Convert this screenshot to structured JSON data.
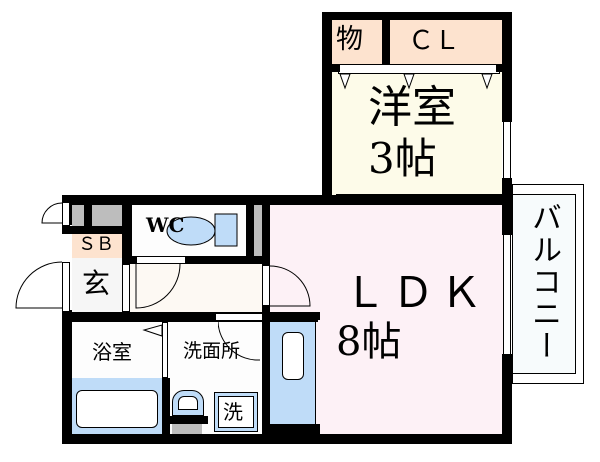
{
  "floorplan": {
    "rooms": {
      "storage": {
        "label": "物"
      },
      "closet": {
        "label": "ＣＬ"
      },
      "western_room": {
        "label": "洋室",
        "size": "3帖"
      },
      "ldk": {
        "label": "ＬＤＫ",
        "size": "8帖"
      },
      "balcony": {
        "label": "バルコニー"
      },
      "toilet": {
        "label": "WC"
      },
      "shoe_box": {
        "label": "ＳＢ"
      },
      "entrance": {
        "label": "玄"
      },
      "bathroom": {
        "label": "浴室"
      },
      "washroom": {
        "label": "洗面所"
      },
      "washer": {
        "label": "洗"
      }
    },
    "colors": {
      "wall": "#000000",
      "storage_fill": "#fde3cf",
      "western_fill": "#fdfbe9",
      "ldk_fill": "#fdf1f6",
      "fixture_blue": "#bfdcf8",
      "gray_block": "#bdbdbd"
    }
  }
}
